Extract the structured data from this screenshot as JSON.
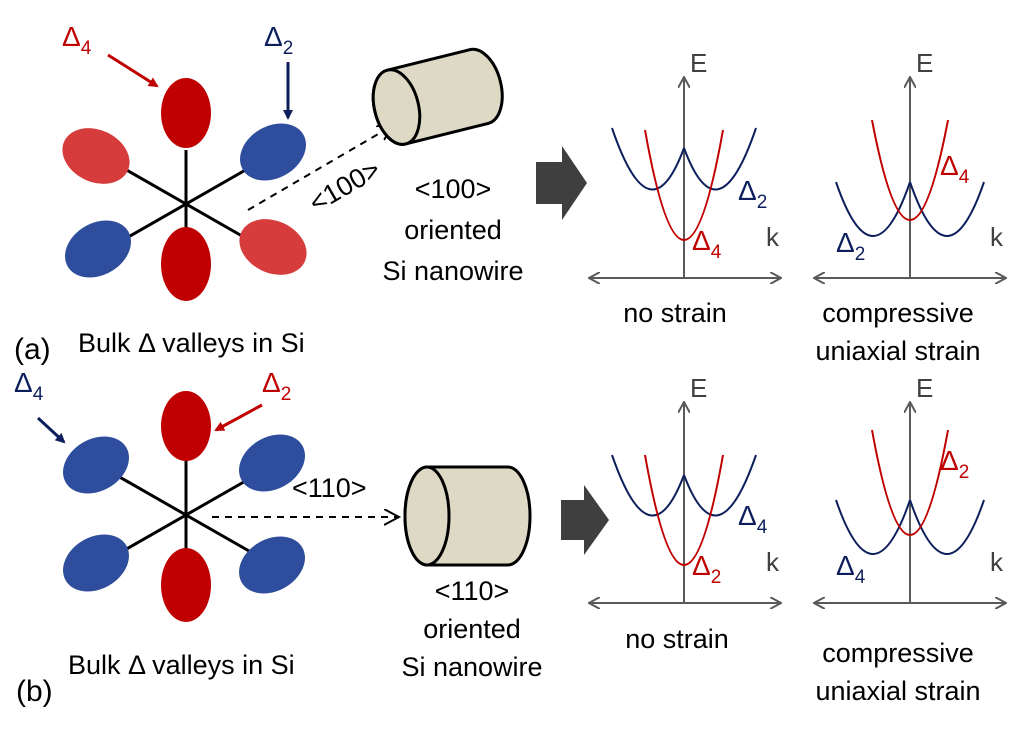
{
  "colors": {
    "red": "#c00000",
    "red_light": "#d63c3c",
    "blue": "#2e4d9c",
    "dark_blue": "#0c1f5c",
    "axis": "#5a5a5a",
    "arrow_block": "#3f3f3f",
    "cylinder_fill": "#ddd9c4"
  },
  "panel_a": {
    "label": "(a)",
    "caption": "Bulk Δ valleys in Si",
    "top_left_valley": {
      "symbol": "Δ",
      "sub": "4"
    },
    "top_right_valley": {
      "symbol": "Δ",
      "sub": "2"
    },
    "direction_label": "<100>",
    "wire_caption": [
      "<100>",
      "oriented",
      "Si nanowire"
    ],
    "plot_left": {
      "title": "no strain",
      "e_axis": "E",
      "k_axis": "k",
      "blue_band": {
        "symbol": "Δ",
        "sub": "2"
      },
      "red_band": {
        "symbol": "Δ",
        "sub": "4"
      }
    },
    "plot_right": {
      "title": [
        "compressive",
        "uniaxial strain"
      ],
      "e_axis": "E",
      "k_axis": "k",
      "red_band": {
        "symbol": "Δ",
        "sub": "4"
      },
      "blue_band": {
        "symbol": "Δ",
        "sub": "2"
      }
    }
  },
  "panel_b": {
    "label": "(b)",
    "caption": "Bulk Δ valleys in Si",
    "top_left_valley": {
      "symbol": "Δ",
      "sub": "4"
    },
    "top_right_valley": {
      "symbol": "Δ",
      "sub": "2"
    },
    "direction_label": "<110>",
    "wire_caption": [
      "<110>",
      "oriented",
      "Si nanowire"
    ],
    "plot_left": {
      "title": "no strain",
      "e_axis": "E",
      "k_axis": "k",
      "blue_band": {
        "symbol": "Δ",
        "sub": "4"
      },
      "red_band": {
        "symbol": "Δ",
        "sub": "2"
      }
    },
    "plot_right": {
      "title": [
        "compressive",
        "uniaxial strain"
      ],
      "e_axis": "E",
      "k_axis": "k",
      "red_band": {
        "symbol": "Δ",
        "sub": "2"
      },
      "blue_band": {
        "symbol": "Δ",
        "sub": "4"
      }
    }
  }
}
